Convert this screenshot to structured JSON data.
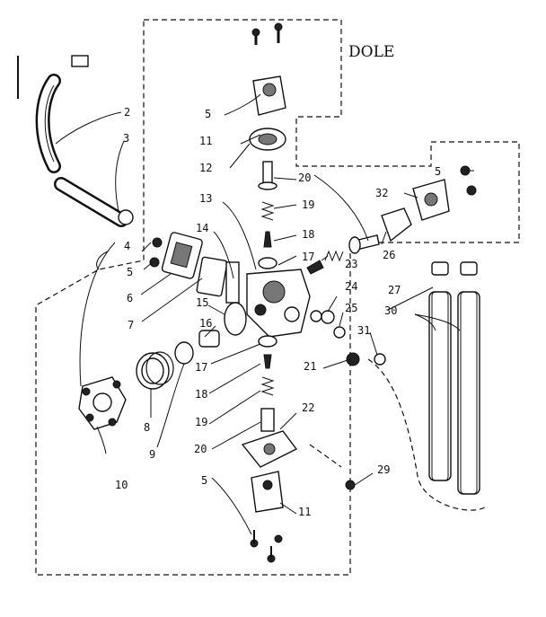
{
  "title": "DOLE",
  "labels": [
    {
      "id": "l2",
      "text": "2"
    },
    {
      "id": "l3",
      "text": "3"
    },
    {
      "id": "l4",
      "text": "4"
    },
    {
      "id": "l5a",
      "text": "5"
    },
    {
      "id": "l6",
      "text": "6"
    },
    {
      "id": "l7",
      "text": "7"
    },
    {
      "id": "l8",
      "text": "8"
    },
    {
      "id": "l9",
      "text": "9"
    },
    {
      "id": "l10",
      "text": "10"
    },
    {
      "id": "l5b",
      "text": "5"
    },
    {
      "id": "l11a",
      "text": "11"
    },
    {
      "id": "l12",
      "text": "12"
    },
    {
      "id": "l13",
      "text": "13"
    },
    {
      "id": "l14",
      "text": "14"
    },
    {
      "id": "l15",
      "text": "15"
    },
    {
      "id": "l16",
      "text": "16"
    },
    {
      "id": "l17a",
      "text": "17"
    },
    {
      "id": "l17b",
      "text": "17"
    },
    {
      "id": "l18a",
      "text": "18"
    },
    {
      "id": "l18b",
      "text": "18"
    },
    {
      "id": "l19a",
      "text": "19"
    },
    {
      "id": "l19b",
      "text": "19"
    },
    {
      "id": "l20a",
      "text": "20"
    },
    {
      "id": "l20b",
      "text": "20"
    },
    {
      "id": "l21",
      "text": "21"
    },
    {
      "id": "l22",
      "text": "22"
    },
    {
      "id": "l23",
      "text": "23"
    },
    {
      "id": "l24",
      "text": "24"
    },
    {
      "id": "l25",
      "text": "25"
    },
    {
      "id": "l26",
      "text": "26"
    },
    {
      "id": "l27",
      "text": "27"
    },
    {
      "id": "l29",
      "text": "29"
    },
    {
      "id": "l30",
      "text": "30"
    },
    {
      "id": "l31",
      "text": "31"
    },
    {
      "id": "l32",
      "text": "32"
    },
    {
      "id": "l5c",
      "text": "5"
    },
    {
      "id": "l5d",
      "text": "5"
    },
    {
      "id": "l11b",
      "text": "11"
    }
  ]
}
